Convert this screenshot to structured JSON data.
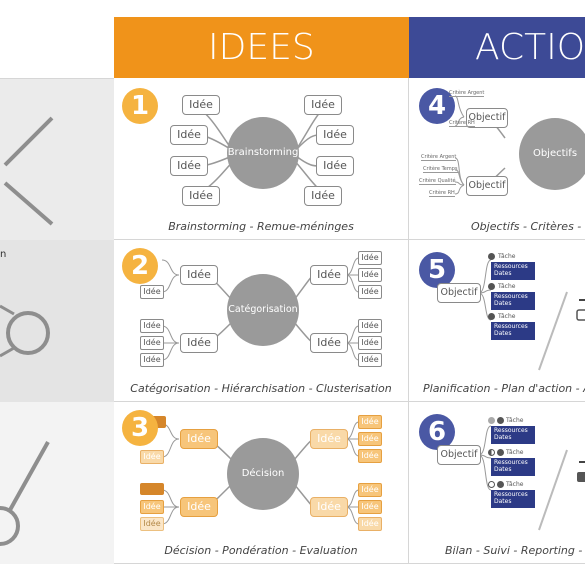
{
  "headers": {
    "idees": "IDEES",
    "action": "ACTIO"
  },
  "colors": {
    "orange": "#f0931a",
    "blue": "#3d4a96",
    "grey": "#9a9a9a"
  },
  "cells": {
    "c1": {
      "number": "1",
      "center": "Brainstorming",
      "idea": "Idée",
      "caption": "Brainstorming - Remue-méninges"
    },
    "c2": {
      "number": "2",
      "center": "Catégorisation",
      "idea": "Idée",
      "caption": "Catégorisation - Hiérarchisation - Clusterisation"
    },
    "c3": {
      "number": "3",
      "center": "Décision",
      "idea": "Idée",
      "caption": "Décision - Pondération - Evaluation"
    },
    "c4": {
      "number": "4",
      "center": "Objectifs",
      "node": "Objectif",
      "criteria": [
        "Critère Argent",
        "Critère Temps",
        "Critère Qualité",
        "Critère RH"
      ],
      "caption": "Objectifs - Critères - I"
    },
    "c5": {
      "number": "5",
      "node": "Objectif",
      "task": "Tâche",
      "box_lines": [
        "Ressources",
        "Dates"
      ],
      "caption": "Planification - Plan d'action - A"
    },
    "c6": {
      "number": "6",
      "node": "Objectif",
      "task": "Tâche",
      "box_lines": [
        "Ressources",
        "Dates"
      ],
      "caption": "Bilan - Suivi - Reporting - R"
    }
  },
  "left": {
    "row2_partial": "n"
  }
}
